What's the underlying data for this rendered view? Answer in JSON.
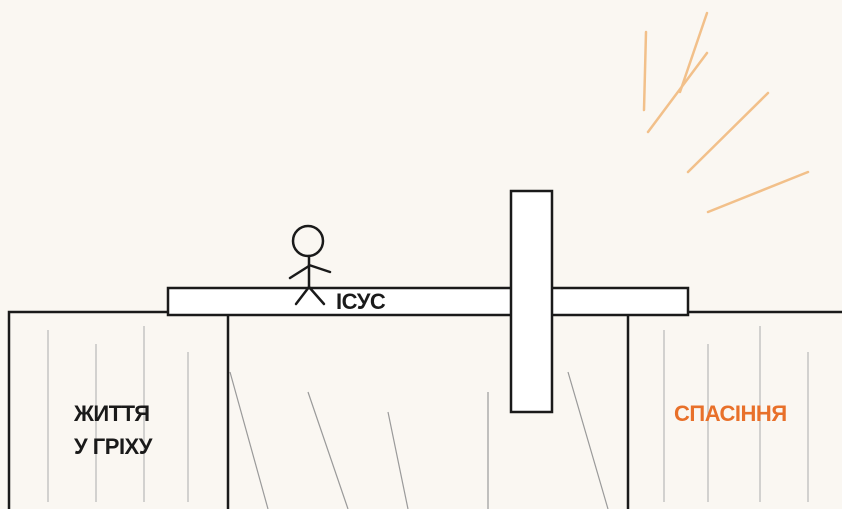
{
  "labels": {
    "left_line1": "ЖИТТЯ",
    "left_line2": "У ГРІХУ",
    "bridge": "ІСУС",
    "right": "СПАСІННЯ"
  },
  "colors": {
    "background": "#faf7f2",
    "ink": "#1a1a1a",
    "accent": "#e8702a",
    "rays": "#f2c08a",
    "chasm_lines": "#9a9a9a"
  },
  "icons": {
    "figure": "stick-figure-icon",
    "cross": "cross-icon",
    "light": "light-rays-icon"
  }
}
